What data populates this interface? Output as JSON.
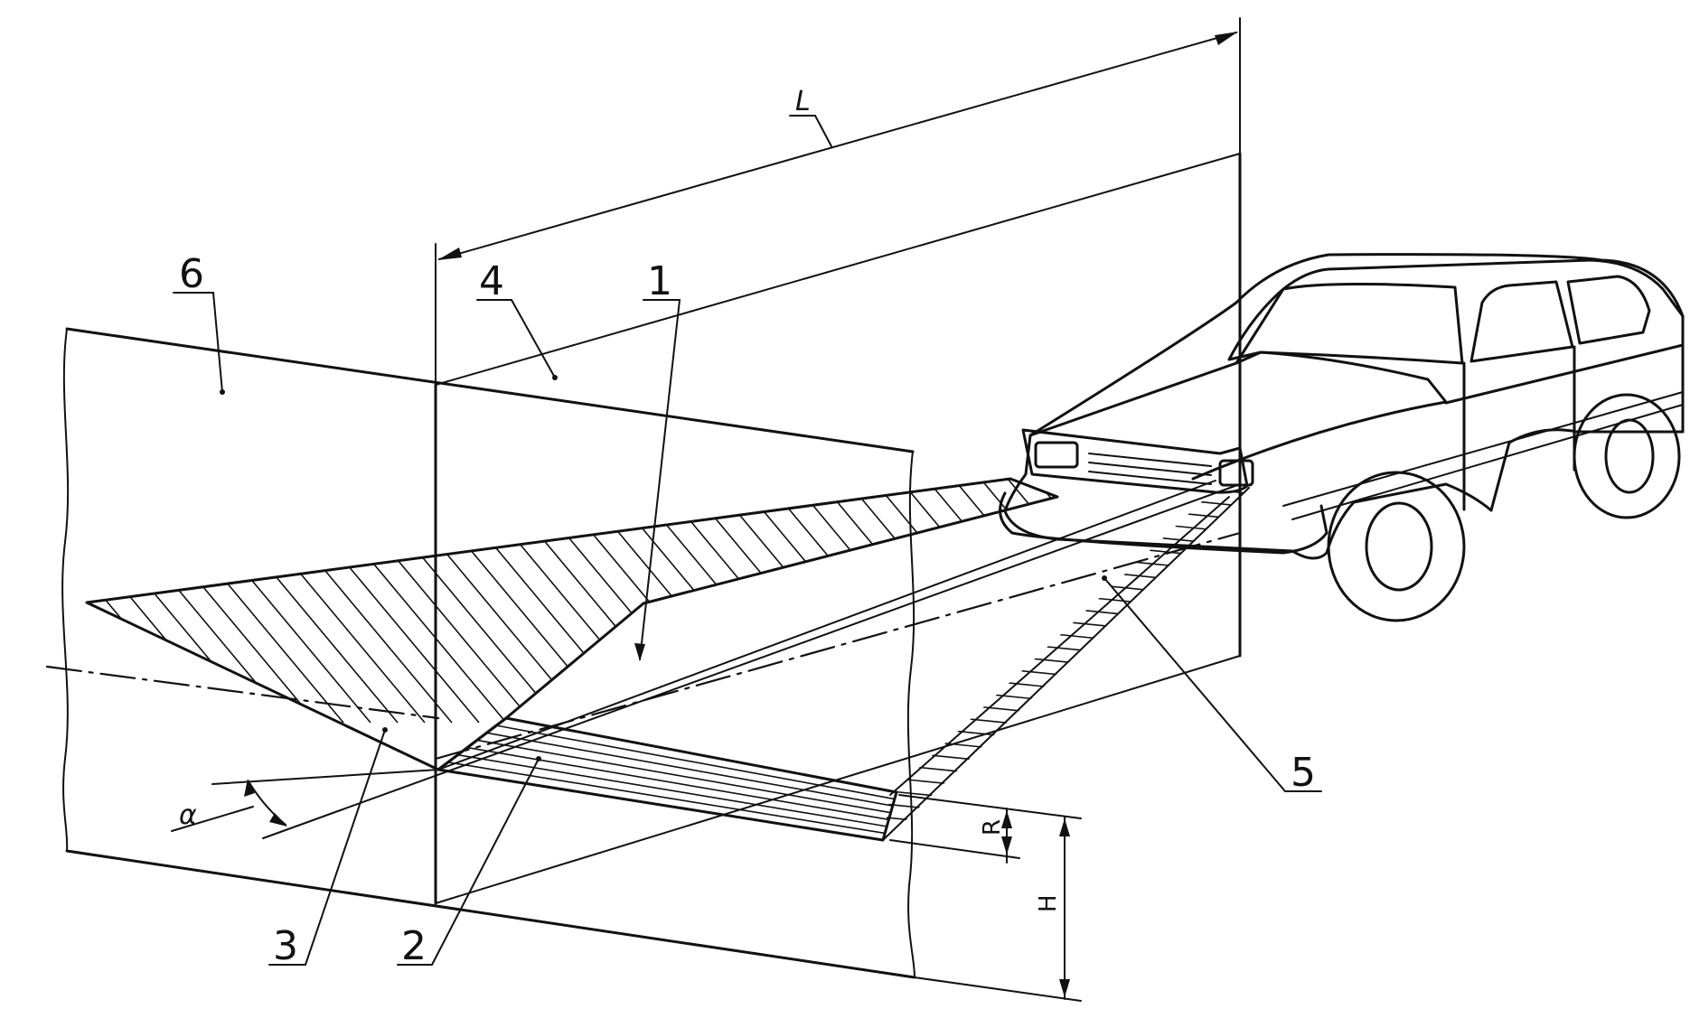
{
  "diagram": {
    "callouts": {
      "c1": "1",
      "c2": "2",
      "c3": "3",
      "c4": "4",
      "c5": "5",
      "c6": "6"
    },
    "dimensions": {
      "length": "L",
      "height": "H",
      "offset": "R",
      "angle": "α"
    }
  }
}
